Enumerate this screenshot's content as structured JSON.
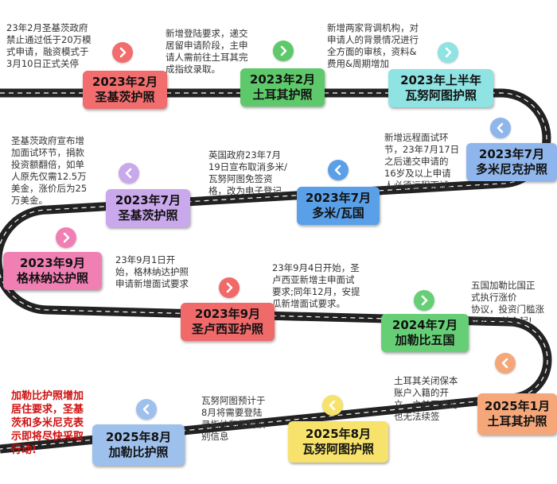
{
  "milestones": [
    {
      "line1": "2023年2月",
      "line2": "圣基茨护照",
      "color": "#f26d6d",
      "direction": "right",
      "text": "23年2月圣基茨政府\n禁止通过低于20万模\n式申请，融资模式于\n3月10日正式关停"
    },
    {
      "line1": "2023年2月",
      "line2": "土耳其护照",
      "color": "#5ec96a",
      "direction": "right",
      "text": "新增登陆要求，递交\n居留申请阶段，主申\n请人需前往土耳其完\n成指纹录取。"
    },
    {
      "line1": "2023年上半年",
      "line2": "瓦努阿图护照",
      "color": "#8fe3e3",
      "direction": "right",
      "text": "新增两家背调机构，对\n申请人的背景情况进行\n全方面的审核，资料&\n费用&周期增加"
    },
    {
      "line1": "2023年7月",
      "line2": "多米尼克护照",
      "color": "#8fb6ec",
      "direction": "left",
      "text": "新增远程面试环\n节，23年7月17日\n之后递交申请的\n16岁及以上申请\n人必须远程面试。"
    },
    {
      "line1": "2023年7月",
      "line2": "多米/瓦国",
      "color": "#5aa0e8",
      "direction": "left",
      "text": "英国政府23年7月\n19日宣布取消多米/\n瓦努阿图免签资\n格，改为电子登记"
    },
    {
      "line1": "2023年7月",
      "line2": "圣基茨护照",
      "color": "#c9a8ec",
      "direction": "left",
      "text": "圣基茨政府宣布增\n加面试环节，捐款\n投资额翻倍，如单\n人原先仅需12.5万\n美金，涨价后为25\n万美金。"
    },
    {
      "line1": "2023年9月",
      "line2": "格林纳达护照",
      "color": "#f07fb4",
      "direction": "right",
      "text": "23年9月1日开\n始，格林纳达护照\n申请新增面试要求"
    },
    {
      "line1": "2023年9月",
      "line2": "圣卢西亚护照",
      "color": "#f06a6a",
      "direction": "right",
      "text": "23年9月4日开始，圣\n卢西亚新增主申面试\n要求;同年12月，安提\n瓜新增面试要求。"
    },
    {
      "line1": "2024年7月",
      "line2": "加勒比五国",
      "color": "#66cf76",
      "direction": "right",
      "text": "五国加勒比国正\n式执行涨价\n协议，投资门槛涨\n至20万美金起!"
    },
    {
      "line1": "2025年1月",
      "line2": "土耳其护照",
      "color": "#f5a77a",
      "direction": "left",
      "text": "土耳其关闭保本\n账户入籍的开\n立，之前开立的\n也无法续签"
    },
    {
      "line1": "2025年8月",
      "line2": "瓦努阿图护照",
      "color": "#f7e36b",
      "direction": "left",
      "text": "瓦努阿图预计于\n8月将需要登陆\n录指纹和生物识\n别信息"
    },
    {
      "line1": "2025年8月",
      "line2": "加勒比护照",
      "color": "#9ec0ec",
      "direction": "left",
      "text": "加勒比护照增加\n居住要求，圣基\n茨和多米尼克表\n示即将尽快采取\n行动!"
    }
  ],
  "colors": {
    "road": "#222222",
    "road_stripe": "#ffffff"
  }
}
